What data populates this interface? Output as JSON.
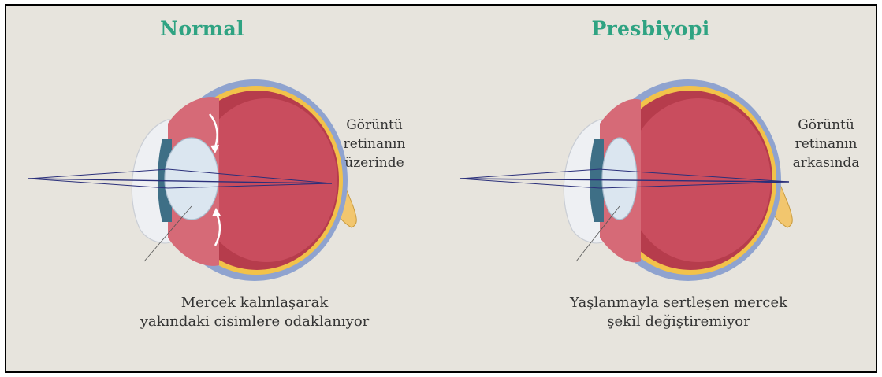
{
  "panels": [
    {
      "title": "Normal",
      "side_label": [
        "Görüntü",
        "retinanın",
        "üzerinde"
      ],
      "caption": [
        "Mercek kalınlaşarak",
        "yakındaki cisimlere odaklanıyor"
      ]
    },
    {
      "title": "Presbiyopi",
      "side_label": [
        "Görüntü",
        "retinanın",
        "arkasında"
      ],
      "caption": [
        "Yaşlanmayla sertleşen mercek",
        "şekil değiştiremiyor"
      ]
    }
  ],
  "colors": {
    "background": "#e7e4dd",
    "title": "#2fa382",
    "sclera": "#8fa3cf",
    "choroid": "#f2c24a",
    "retina_inner": "#c0414f",
    "eye_interior": "#c94d5e",
    "lens": "#dbe6f0",
    "cornea": "#eef0f3",
    "optic_nerve": "#f2c66e",
    "ray": "#2a2f7a"
  }
}
